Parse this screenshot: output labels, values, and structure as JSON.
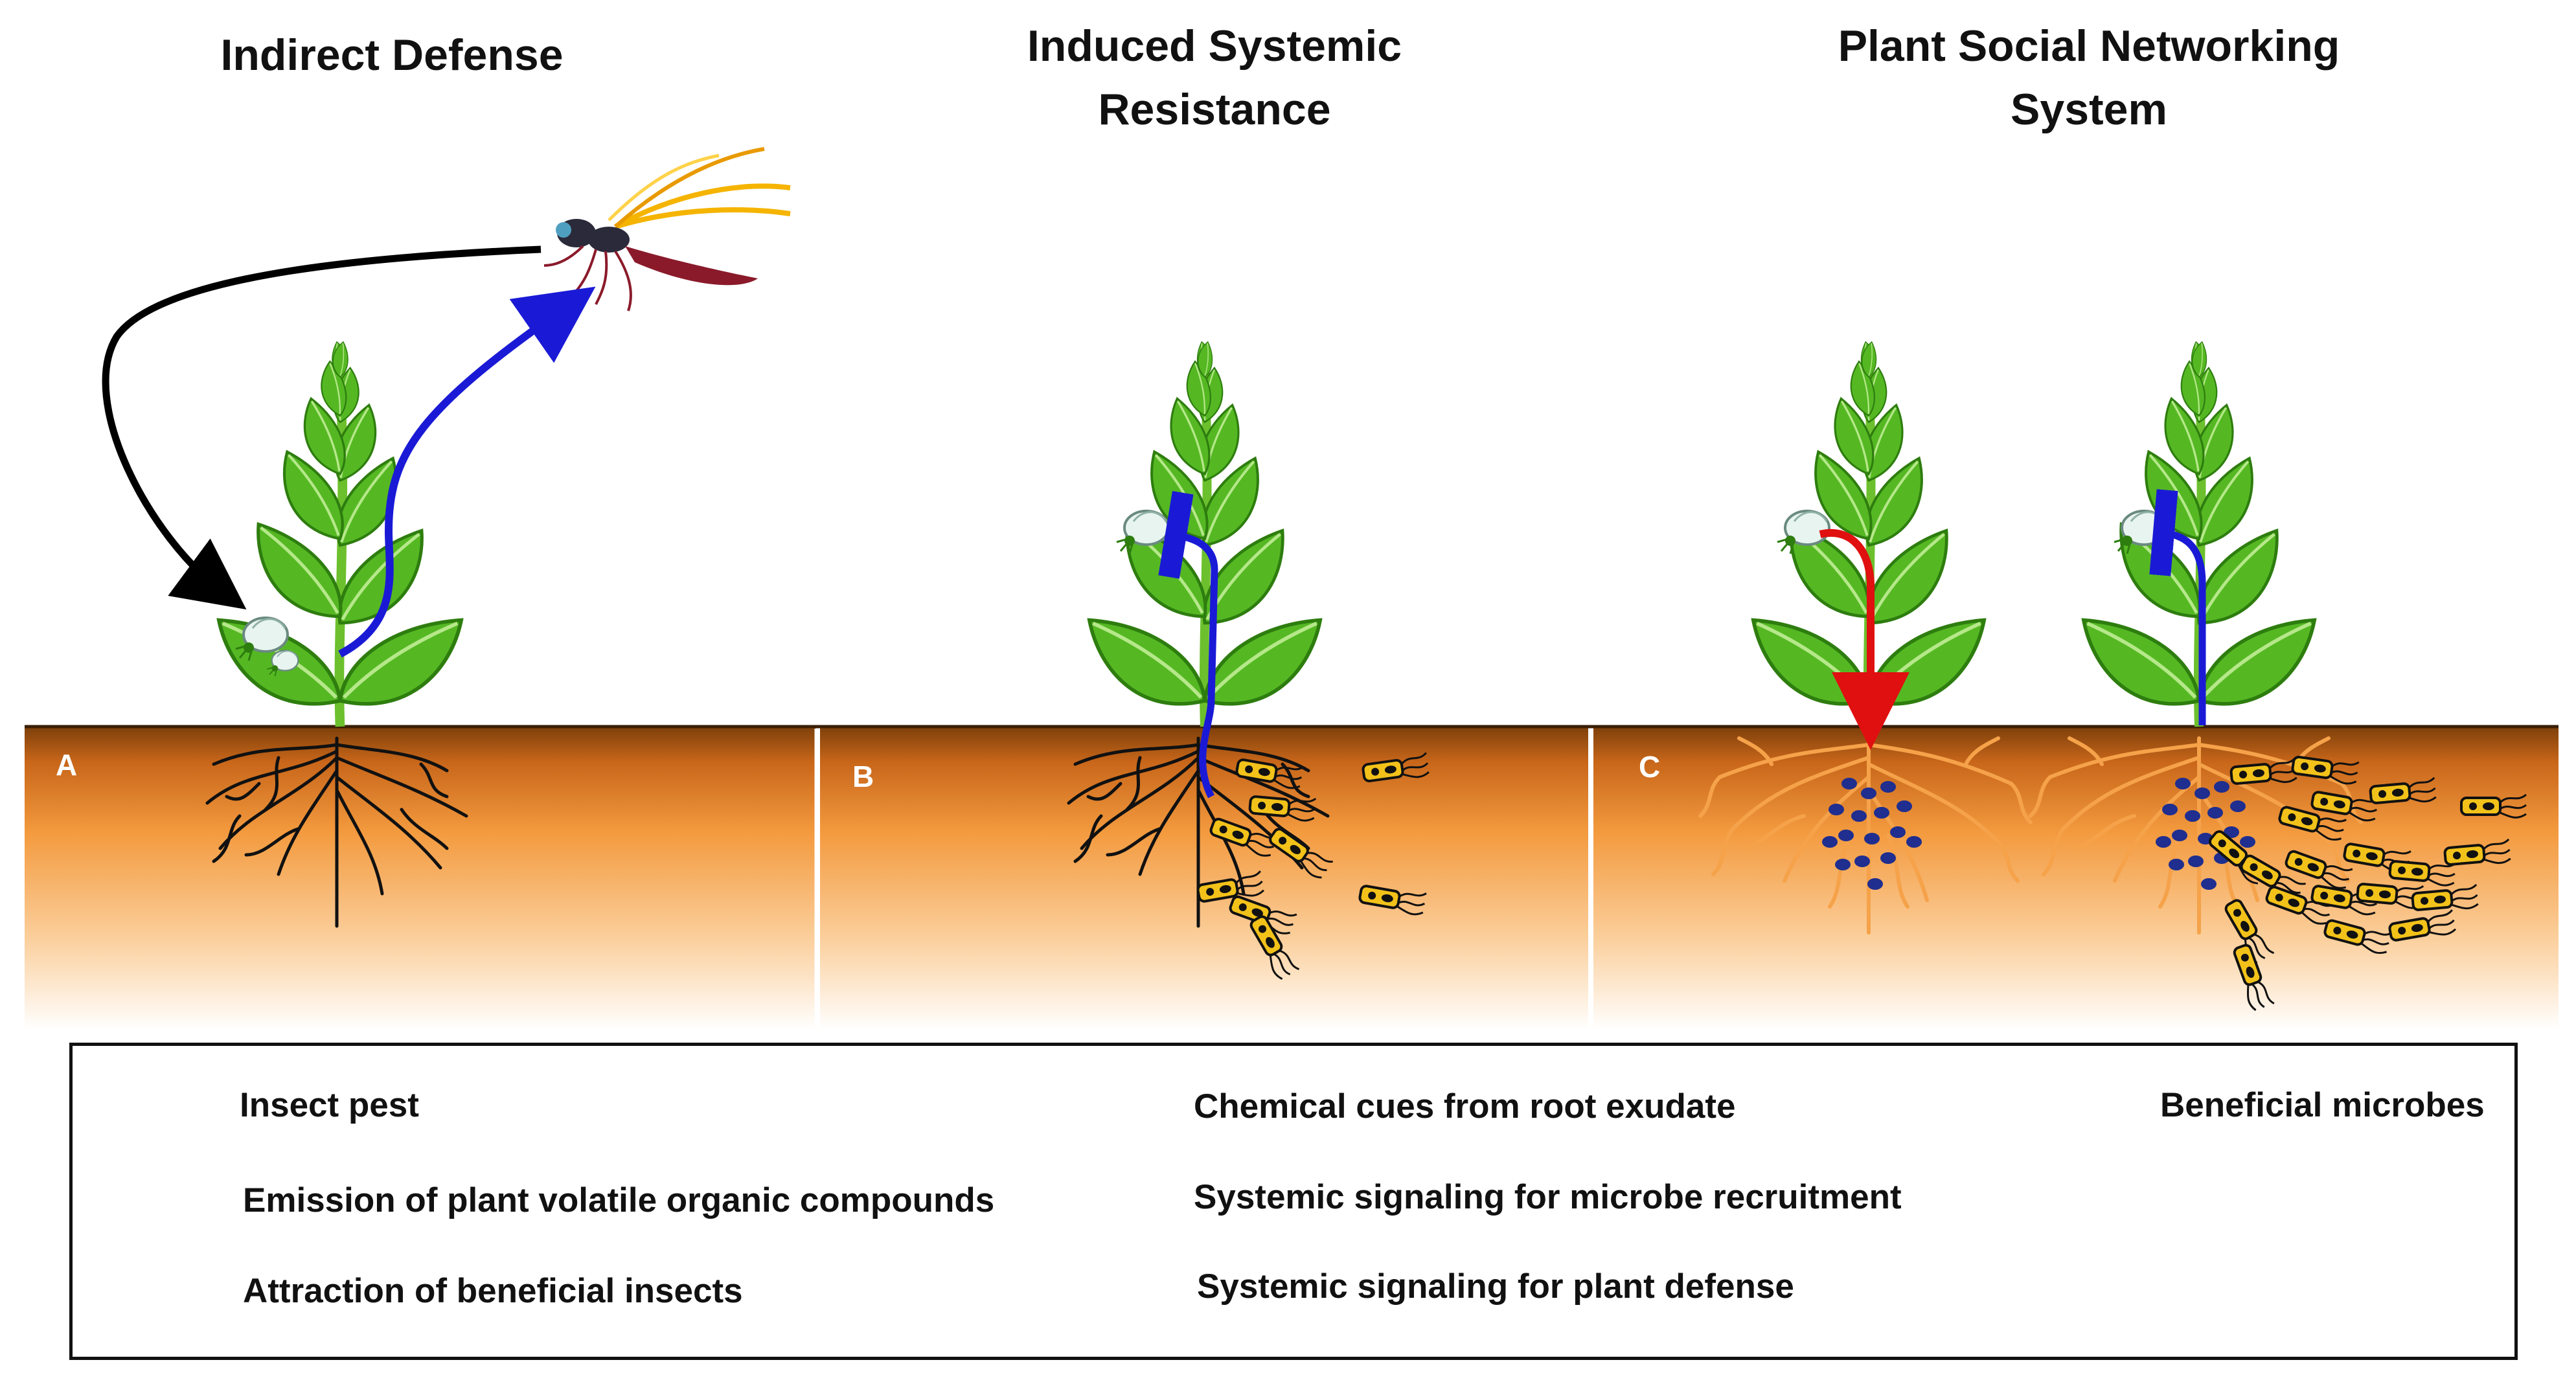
{
  "panels": [
    {
      "id": "A",
      "title_lines": [
        "Indirect Defense"
      ]
    },
    {
      "id": "B",
      "title_lines": [
        "Induced Systemic",
        "Resistance"
      ]
    },
    {
      "id": "C",
      "title_lines": [
        "Plant Social Networking",
        "System"
      ]
    }
  ],
  "legend": {
    "insect_pest": "Insect pest",
    "voc_emission": "Emission of plant volatile organic compounds",
    "attraction": "Attraction of beneficial insects",
    "chemical_cues": "Chemical cues from root exudate",
    "microbe_recruitment": "Systemic signaling for microbe recruitment",
    "plant_defense": "Systemic signaling for plant defense",
    "beneficial_microbes": "Beneficial microbes"
  },
  "colors": {
    "voc_arrow": "#1a1ad6",
    "attraction_arrow": "#000000",
    "recruitment_arrow": "#e01010",
    "defense_arrow": "#1a1ad6",
    "leaf": "#4caf1a",
    "soil_top": "#8a4a10",
    "soil_mid": "#f08c2e",
    "roots_dark": "#111111",
    "roots_orange": "#f5a24a",
    "microbe_body": "#f2c21a",
    "root_exudate": "#1f2e8f"
  }
}
